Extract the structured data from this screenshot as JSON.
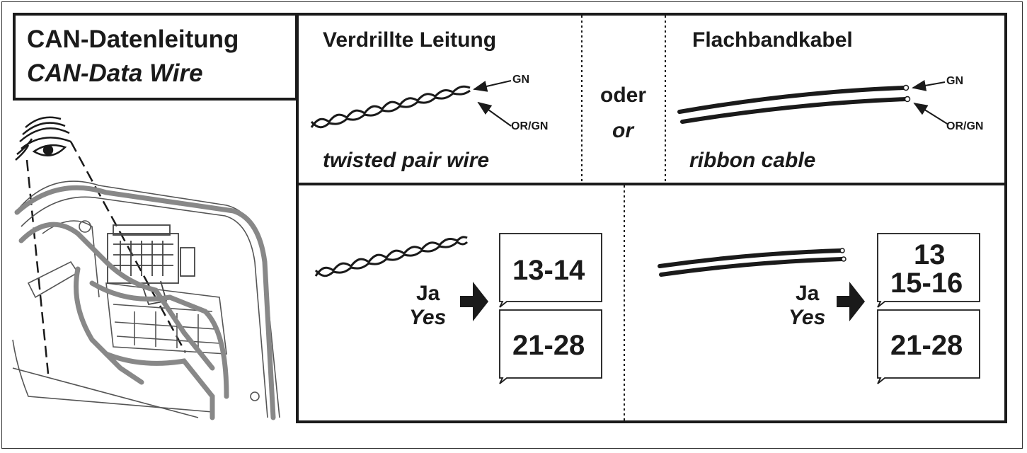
{
  "title": {
    "german": "CAN-Datenleitung",
    "english": "CAN-Data Wire"
  },
  "options": {
    "twisted": {
      "header": "Verdrillte Leitung",
      "caption": "twisted pair wire",
      "wire_top": "GN",
      "wire_bottom": "OR/GN"
    },
    "separator": {
      "german": "oder",
      "english": "or"
    },
    "ribbon": {
      "header": "Flachbandkabel",
      "caption": "ribbon cable",
      "wire_top": "GN",
      "wire_bottom": "OR/GN"
    }
  },
  "results": {
    "twisted": {
      "yes_german": "Ja",
      "yes_english": "Yes",
      "pages_first": "13-14",
      "pages_second": "21-28"
    },
    "ribbon": {
      "yes_german": "Ja",
      "yes_english": "Yes",
      "pages_first_line1": "13",
      "pages_first_line2": "15-16",
      "pages_second": "21-28"
    }
  },
  "icons": {
    "eye": "eye-icon",
    "arrow": "right-arrow-icon",
    "page_ref": "page-reference-icon"
  }
}
